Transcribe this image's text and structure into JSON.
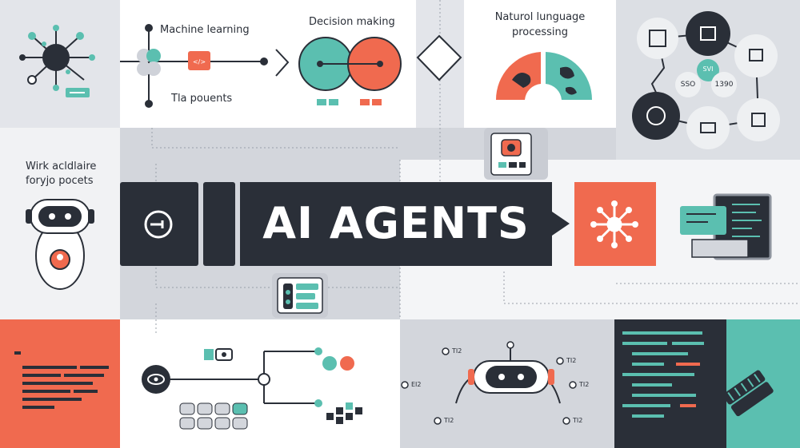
{
  "colors": {
    "dark": "#2a2f38",
    "teal": "#5bbfb0",
    "coral": "#f06a4f",
    "light": "#f4f5f7",
    "grey": "#cfd2d9",
    "mid": "#dcdfe4"
  },
  "labels": {
    "machine_learning": "Machine learning",
    "tla_pouents": "Tla pouents",
    "decision_making": "Decision making",
    "nlp_line1": "Naturol lunguage",
    "nlp_line2": "processing",
    "work_line1": "Wirk acldlaire",
    "work_line2": "foryjo pocets",
    "main_title": "AI AGENTS",
    "hub_text_1": "SVI",
    "hub_text_2": "SSO",
    "hub_text_3": "1390",
    "bot_labels": [
      "TI2",
      "TI2",
      "EI2",
      "TI2",
      "TI2",
      "TI2"
    ]
  },
  "icons": [
    "neural-network-icon",
    "robot-icon",
    "brain-network-icon",
    "computer-monitor-icon",
    "eye-icon",
    "code-lines-icon",
    "diamond-decision-icon",
    "arrow-right-icon",
    "power-button-icon"
  ]
}
